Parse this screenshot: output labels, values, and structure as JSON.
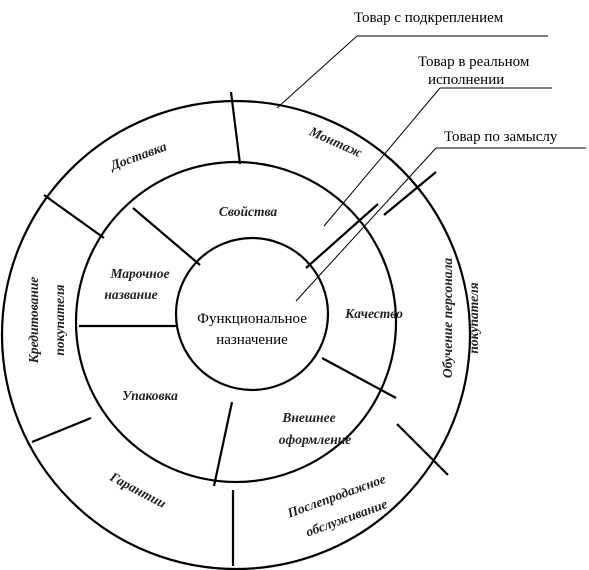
{
  "callouts": {
    "augmented": "Товар с подкреплением",
    "actual_line1": "Товар в реальном",
    "actual_line2": "исполнении",
    "concept": "Товар по замыслу"
  },
  "center": {
    "line1": "Функциональное",
    "line2": "назначение"
  },
  "middle_ring": {
    "properties": "Свойства",
    "brand_line1": "Марочное",
    "brand_line2": "название",
    "quality": "Качество",
    "packaging": "Упаковка",
    "design_line1": "Внешнее",
    "design_line2": "оформление"
  },
  "outer_ring": {
    "delivery": "Доставка",
    "installation": "Монтаж",
    "credit_line1": "Кредитование",
    "credit_line2": "покупателя",
    "training_line1": "Обучение персонала",
    "training_line2": "покупателя",
    "warranty": "Гарантии",
    "after_sales_line1": "Послепродажное",
    "after_sales_line2": "обслуживание"
  },
  "colors": {
    "center_fill": "#c4c4c4",
    "dot_color": "#707070",
    "background": "#ffffff"
  }
}
